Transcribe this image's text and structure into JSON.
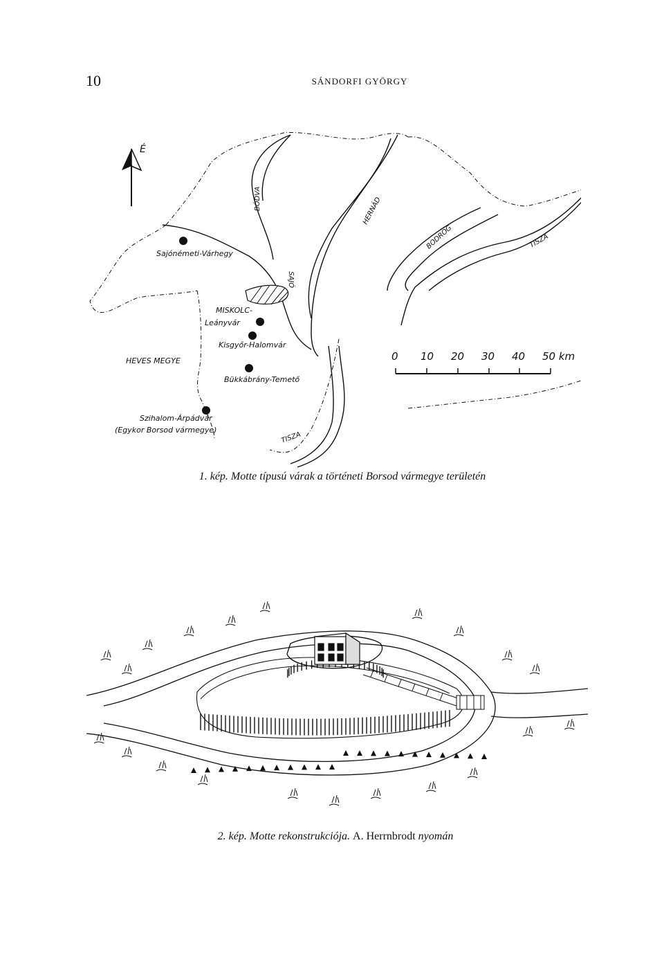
{
  "header": {
    "page_number": "10",
    "running_head": "SÁNDORFI GYÖRGY"
  },
  "map": {
    "north_label": "É",
    "rivers": {
      "bodva": "BÓDVA",
      "hernad": "HERNÁD",
      "bodrog": "BODROG",
      "tisza_east": "TISZA",
      "tisza_south": "TISZA",
      "sajo": "SAJÓ"
    },
    "sites": {
      "sajonemeti": "Sajónémeti-Várhegy",
      "miskolc": "MISKOLC-",
      "leanyvar": "Leányvár",
      "kisgyor": "Kisgyőr-Halomvár",
      "bukkabrany": "Bükkábrány-Temető",
      "szihalom": "Szihalom-Árpádvár"
    },
    "region_labels": {
      "heves": "HEVES MEGYE",
      "borsod_note": "(Egykor Borsod vármegye)"
    },
    "scale": {
      "ticks": [
        "0",
        "10",
        "20",
        "30",
        "40",
        "50 km"
      ]
    }
  },
  "captions": {
    "fig1_num": "1. kép.",
    "fig1_text": "Motte típusú várak a történeti Borsod vármegye területén",
    "fig2_num": "2. kép.",
    "fig2_text_a": "Motte rekonstrukciója.",
    "fig2_author": "A. Herrnbrodt",
    "fig2_text_b": "nyomán"
  }
}
